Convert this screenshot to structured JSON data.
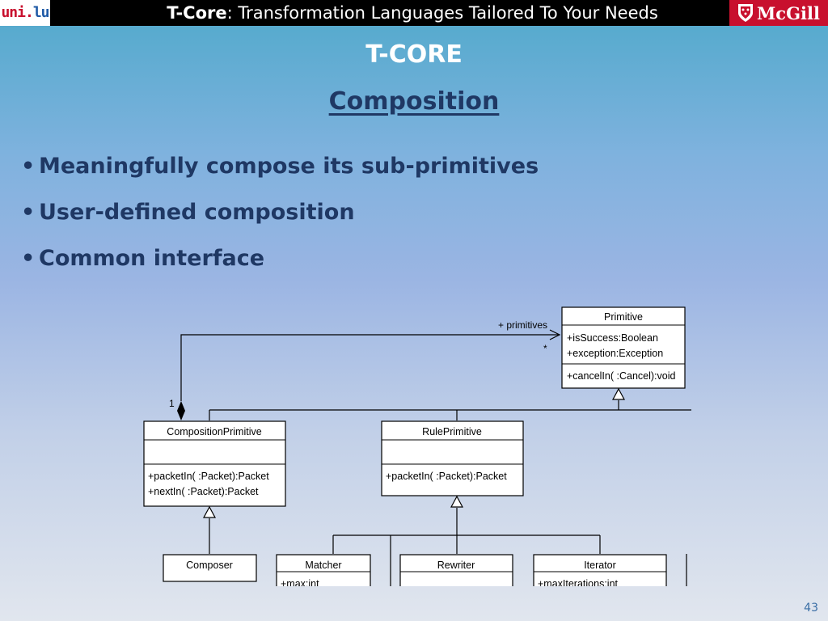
{
  "header": {
    "logo_left_a": "uni.",
    "logo_left_b": "lu",
    "title_bold": "T-Core",
    "title_rest": ": Transformation Languages Tailored To Your Needs",
    "logo_right": "McGill"
  },
  "slide": {
    "title": "T-CORE",
    "subtitle": "Composition",
    "bullets": [
      "Meaningfully compose its sub-primitives",
      "User-defined composition",
      "Common interface"
    ],
    "page_number": "43"
  },
  "diagram": {
    "primitive": {
      "name": "Primitive",
      "attrs": [
        "+isSuccess:Boolean",
        "+exception:Exception"
      ],
      "ops": [
        "+cancelIn( :Cancel):void"
      ]
    },
    "composition_primitive": {
      "name": "CompositionPrimitive",
      "ops": [
        "+packetIn( :Packet):Packet",
        "+nextIn( :Packet):Packet"
      ]
    },
    "rule_primitive": {
      "name": "RulePrimitive",
      "ops": [
        "+packetIn( :Packet):Packet"
      ]
    },
    "composer": {
      "name": "Composer"
    },
    "matcher": {
      "name": "Matcher",
      "first_attr": "+max:int"
    },
    "rewriter": {
      "name": "Rewriter"
    },
    "iterator": {
      "name": "Iterator",
      "first_attr": "+maxIterations:int"
    },
    "association": {
      "role": "+ primitives",
      "mult_many": "*",
      "mult_one": "1"
    },
    "colors": {
      "line": "#000000",
      "box_fill": "#ffffff"
    }
  }
}
